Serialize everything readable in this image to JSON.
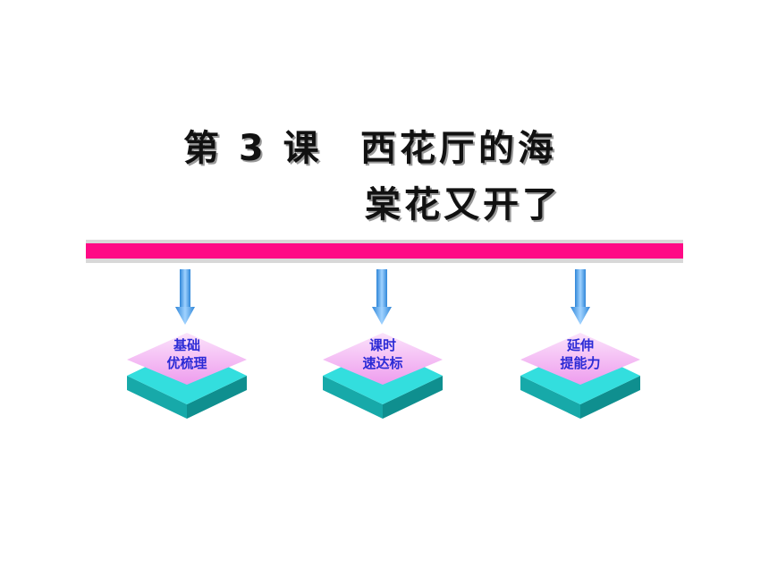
{
  "title": {
    "lesson": "第 3 课",
    "line1": "西花厅的海",
    "line2": "棠花又开了"
  },
  "nodes": [
    {
      "line1": "基础",
      "line2": "优梳理"
    },
    {
      "line1": "课时",
      "line2": "速达标"
    },
    {
      "line1": "延伸",
      "line2": "提能力"
    }
  ],
  "colors": {
    "divider": "#ff0a86",
    "arrow": "#4aa3f0",
    "node_top": "#f2a8f2",
    "node_base": "#1cc8c8",
    "node_text": "#2b2bd6"
  },
  "icons": [
    "down-arrow-icon",
    "layered-diamond-icon"
  ]
}
